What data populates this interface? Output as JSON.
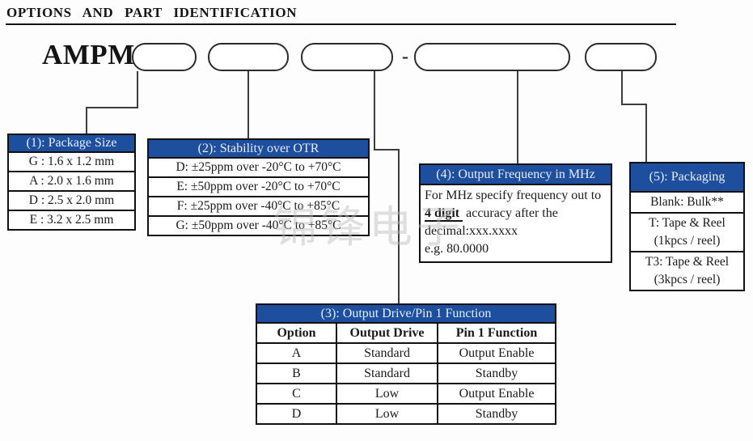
{
  "page": {
    "title": "OPTIONS AND PART IDENTIFICATION",
    "part_prefix": "AMPM",
    "separator": "-",
    "watermark": "锦锋电子"
  },
  "colors": {
    "header_bg": "#1e4f9f",
    "header_fg": "#ffffff",
    "border": "#111111",
    "connector": "#3d3d3d"
  },
  "tables": {
    "package_size": {
      "header": "(1): Package Size",
      "rows": [
        "G : 1.6 x 1.2 mm",
        "A : 2.0 x 1.6 mm",
        "D : 2.5 x 2.0 mm",
        "E : 3.2 x 2.5 mm"
      ]
    },
    "stability": {
      "header": "(2): Stability over OTR",
      "rows": [
        "D: ±25ppm over -20°C to +70°C",
        "E: ±50ppm over -20°C to +70°C",
        "F: ±25ppm over -40°C to +85°C",
        "G: ±50ppm over -40°C to +85°C"
      ]
    },
    "output_drive": {
      "header": "(3): Output Drive/Pin 1 Function",
      "columns": [
        "Option",
        "Output Drive",
        "Pin 1 Function"
      ],
      "rows": [
        [
          "A",
          "Standard",
          "Output Enable"
        ],
        [
          "B",
          "Standard",
          "Standby"
        ],
        [
          "C",
          "Low",
          "Output Enable"
        ],
        [
          "D",
          "Low",
          "Standby"
        ]
      ]
    },
    "frequency": {
      "header": "(4): Output Frequency in MHz",
      "body_before": "For MHz specify frequency out to ",
      "body_emphasis": "4 digit",
      "body_after": " accuracy after the decimal:xxx.xxxx",
      "body_example": "e.g. 80.0000"
    },
    "packaging": {
      "header": "(5): Packaging",
      "rows": [
        "Blank: Bulk**",
        "T: Tape & Reel\n(1kpcs / reel)",
        "T3: Tape & Reel\n(3kpcs / reel)"
      ]
    }
  }
}
